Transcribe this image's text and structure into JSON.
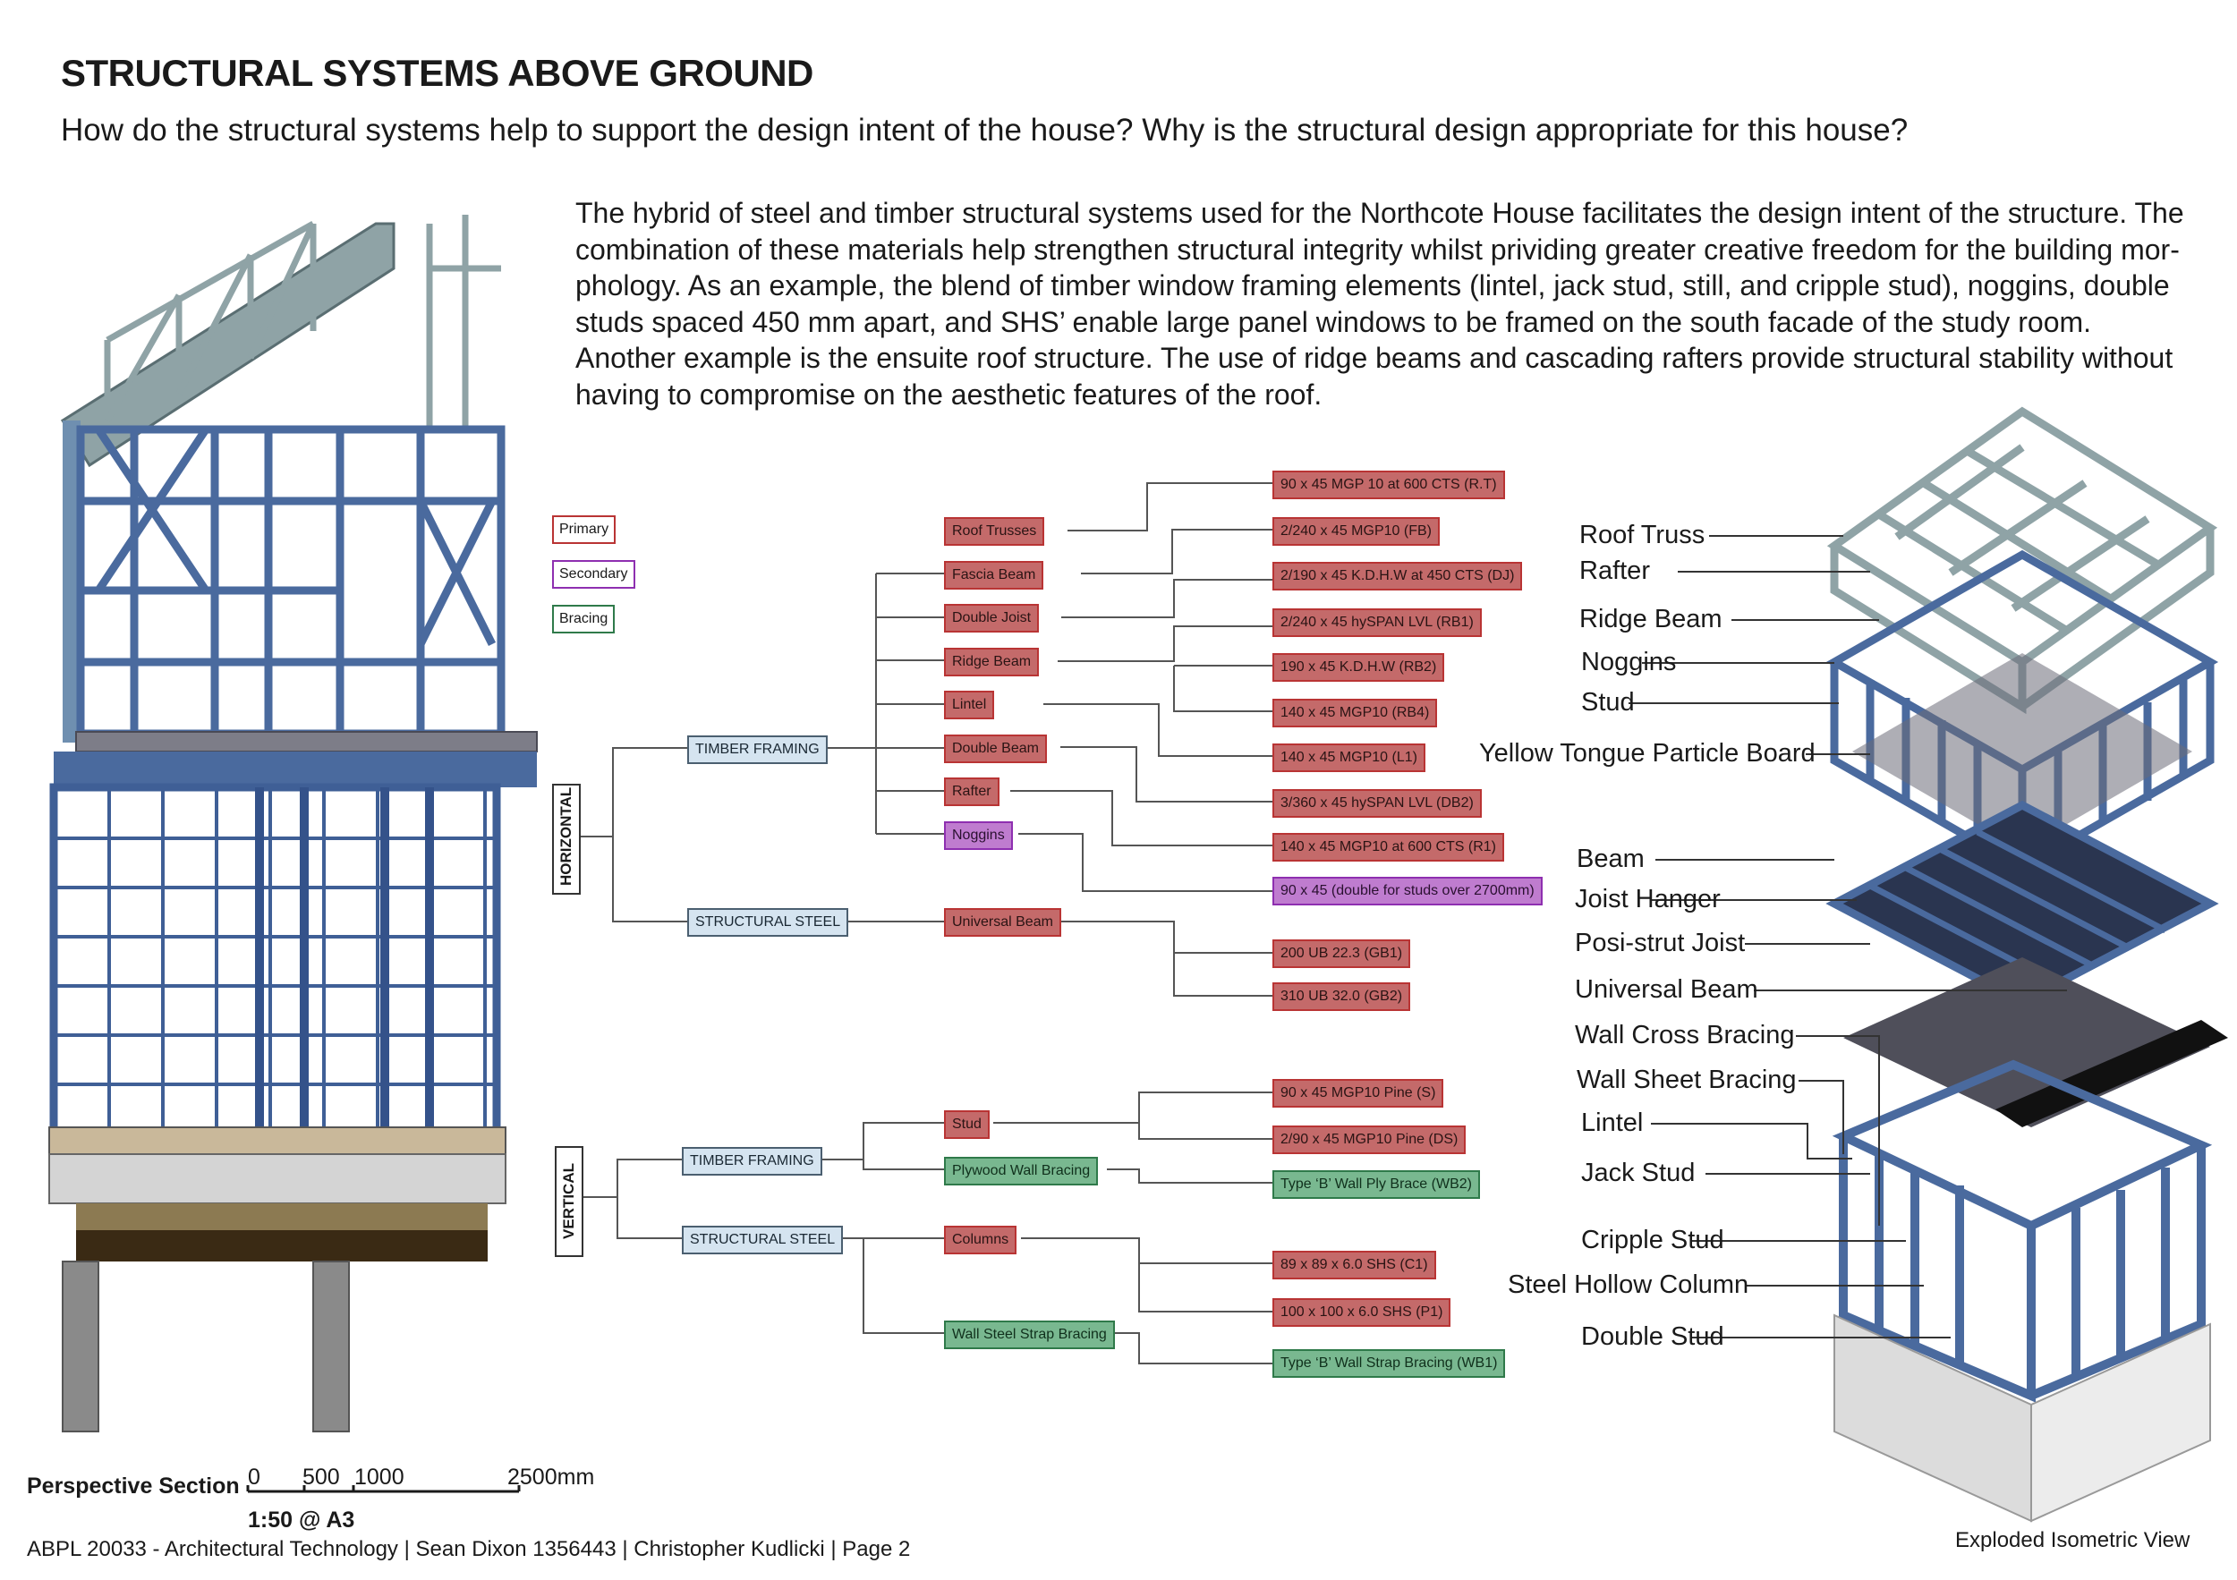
{
  "header": {
    "title": "STRUCTURAL SYSTEMS ABOVE GROUND",
    "subtitle": "How do the structural systems help to support the design intent of the house? Why is the structural design appropriate for this house?"
  },
  "paragraph": [
    "The hybrid of steel and timber structural systems used for the Northcote House facilitates the design intent of the structure. The",
    "combination of these materials help strengthen structural integrity whilst prividing greater creative freedom for the building mor-",
    "phology. As an example, the blend of timber window framing elements (lintel, jack stud, still, and cripple stud), noggins, double",
    "studs spaced 450 mm apart, and SHS’ enable large panel windows to be framed on the south facade of the study room.",
    "Another example is the ensuite roof structure. The use of ridge beams and cascading rafters provide structural stability without",
    "having to compromise on the aesthetic features of the roof."
  ],
  "legend": {
    "primary": "Primary",
    "secondary": "Secondary",
    "bracing": "Bracing"
  },
  "colors": {
    "primary_fill": "#c46a6a",
    "secondary_fill": "#bf7ccf",
    "bracing_fill": "#79b890",
    "branch_fill": "#d5e4f0",
    "steel_frame": "#4a6a9e",
    "roof_frame": "#8fa3a6"
  },
  "tree": {
    "horizontal": "HORIZONTAL",
    "vertical": "VERTICAL",
    "h_timber": "TIMBER FRAMING",
    "h_steel": "STRUCTURAL STEEL",
    "v_timber": "TIMBER FRAMING",
    "v_steel": "STRUCTURAL STEEL",
    "h_members": [
      "Roof Trusses",
      "Fascia Beam",
      "Double Joist",
      "Ridge Beam",
      "Lintel",
      "Double Beam",
      "Rafter",
      "Noggins"
    ],
    "h_steel_member": "Universal Beam",
    "v_timber_members": [
      "Stud",
      "Plywood Wall Bracing"
    ],
    "v_steel_members": [
      "Columns",
      "Wall Steel Strap Bracing"
    ],
    "h_specs": [
      "90 x 45 MGP 10 at 600 CTS (R.T)",
      "2/240 x 45 MGP10 (FB)",
      "2/190 x 45 K.D.H.W at 450 CTS (DJ)",
      "2/240 x 45 hySPAN LVL (RB1)",
      "190 x 45 K.D.H.W (RB2)",
      "140 x 45 MGP10 (RB4)",
      "140 x 45 MGP10 (L1)",
      "3/360 x 45 hySPAN LVL (DB2)",
      "140 x 45 MGP10 at 600 CTS (R1)",
      "90 x 45 (double for studs over 2700mm)"
    ],
    "steel_specs": [
      "200 UB 22.3 (GB1)",
      "310 UB 32.0 (GB2)"
    ],
    "v_specs": [
      "90 x 45 MGP10 Pine (S)",
      "2/90 x 45 MGP10 Pine (DS)",
      "Type ‘B’ Wall Ply Brace (WB2)",
      "89 x 89 x 6.0 SHS (C1)",
      "100 x 100 x 6.0 SHS (P1)",
      "Type ‘B’ Wall Strap Bracing (WB1)"
    ]
  },
  "iso_labels": [
    "Roof Truss",
    "Rafter",
    "Ridge Beam",
    "Noggins",
    "Stud",
    "Yellow Tongue Particle Board",
    "Beam",
    "Joist Hanger",
    "Posi-strut Joist",
    "Universal Beam",
    "Wall Cross Bracing",
    "Wall Sheet Bracing",
    "Lintel",
    "Jack Stud",
    "Cripple Stud",
    "Steel Hollow Column",
    "Double Stud"
  ],
  "scale": {
    "title": "Perspective Section",
    "ticks": [
      "0",
      "500",
      "1000",
      "2500mm"
    ],
    "ratio": "1:50 @ A3"
  },
  "iso_title": "Exploded Isometric View",
  "footer": "ABPL 20033 - Architectural Technology | Sean Dixon 1356443 | Christopher Kudlicki | Page 2"
}
